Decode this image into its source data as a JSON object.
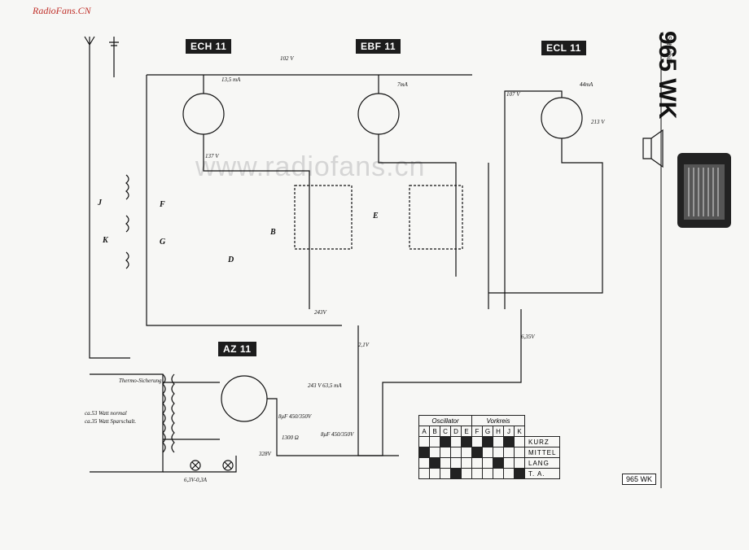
{
  "watermark_top": "RadioFans.CN",
  "watermark_mid": "www.radiofans.cn",
  "title": "965 WK",
  "subtitle": "Schaltbild",
  "model_box": "965 WK",
  "tubes": {
    "ech": "ECH 11",
    "ebf": "EBF 11",
    "ecl": "ECL 11",
    "az": "AZ 11"
  },
  "notes": {
    "thermo": "Thermo-Sicherung",
    "watt1": "ca.53 Watt normal",
    "watt2": "ca.35 Watt Sparschalt.",
    "fil": "6,3V-0,3A"
  },
  "labels": {
    "v102": "102 V",
    "v137": "137 V",
    "v107": "107 V",
    "v213": "213 V",
    "v243": "243V",
    "v328": "328V",
    "v21": "2,1V",
    "v635": "6,35V",
    "v2205": "243 V 63,5 mA",
    "ma135": "13,5 mA",
    "ma7": "7mA",
    "ma44": "44mA",
    "r1300": "1300 Ω",
    "cap8a": "8μF 450/350V",
    "cap8b": "8μF 450/350V",
    "j": "J",
    "k": "K",
    "f": "F",
    "g": "G",
    "b": "B",
    "d": "D",
    "e": "E"
  },
  "table": {
    "head_osc": "Oscillator",
    "head_vk": "Vorkreis",
    "cols": [
      "A",
      "B",
      "C",
      "D",
      "E",
      "F",
      "G",
      "H",
      "J",
      "K"
    ],
    "bands": [
      "KURZ",
      "MITTEL",
      "LANG",
      "T. A."
    ]
  }
}
